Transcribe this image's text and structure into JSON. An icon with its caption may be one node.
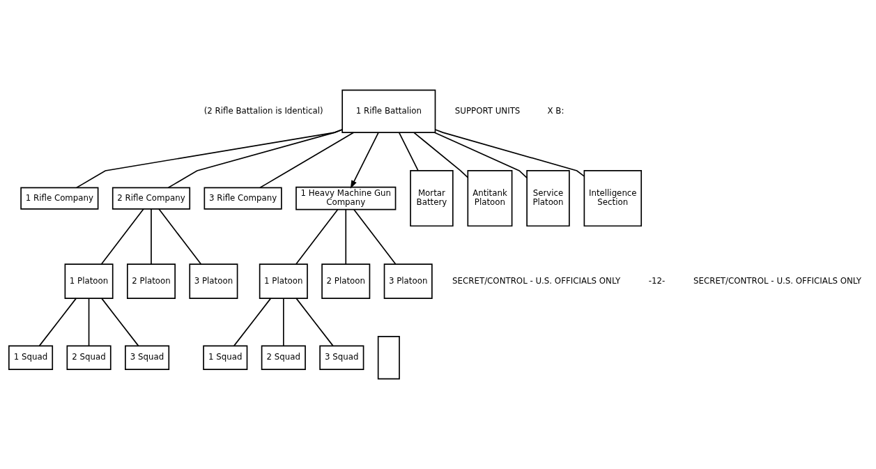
{
  "diagram": {
    "nodes": [
      {
        "text": [
          "1 Rifle Battalion"
        ]
      },
      {
        "text": [
          "Mortar Battery"
        ]
      },
      {
        "text": [
          "Antitank Platoon"
        ]
      },
      {
        "text": [
          "Service Platoon"
        ]
      },
      {
        "text": [
          "Intelligence Section"
        ]
      },
      {
        "text": [
          "1 Rifle Company"
        ]
      },
      {
        "text": [
          "2 Rifle Company"
        ]
      },
      {
        "text": [
          "3 Rifle Company"
        ]
      },
      {
        "text": [
          "1 Heavy Machine Gun Company"
        ]
      },
      {
        "text": [
          "1 Platoon"
        ]
      },
      {
        "text": [
          "2 Platoon"
        ]
      },
      {
        "text": [
          "3 Platoon"
        ]
      },
      {
        "text": [
          "1 Platoon"
        ]
      },
      {
        "text": [
          "2 Platoon"
        ]
      },
      {
        "text": [
          "3 Platoon"
        ]
      },
      {
        "text": [
          "1 Squad"
        ]
      },
      {
        "text": [
          "2 Squad"
        ]
      },
      {
        "text": [
          "3 Squad"
        ]
      },
      {
        "text": [
          "1 Squad"
        ]
      },
      {
        "text": [
          "2 Squad"
        ]
      },
      {
        "text": [
          "3 Squad"
        ]
      },
      {
        "text": [],
        "shape": "box"
      }
    ],
    "edges": [
      {
        "from": 0,
        "to": 1,
        "arrow": "none"
      },
      {
        "from": 0,
        "to": 2,
        "arrow": "none"
      },
      {
        "from": 0,
        "to": 3,
        "arrow": "none"
      },
      {
        "from": 0,
        "to": 4,
        "arrow": "none"
      },
      {
        "from": 0,
        "to": 5,
        "arrow": "none"
      },
      {
        "from": 0,
        "to": 6,
        "arrow": "none"
      },
      {
        "from": 0,
        "to": 7,
        "arrow": "none"
      },
      {
        "from": 0,
        "to": 8,
        "arrow": "to"
      },
      {
        "from": 6,
        "to": 9,
        "arrow": "none"
      },
      {
        "from": 6,
        "to": 10,
        "arrow": "none"
      },
      {
        "from": 6,
        "to": 11,
        "arrow": "none"
      },
      {
        "from": 8,
        "to": 12,
        "arrow": "none"
      },
      {
        "from": 8,
        "to": 13,
        "arrow": "none"
      },
      {
        "from": 8,
        "to": 14,
        "arrow": "none"
      },
      {
        "from": 9,
        "to": 15,
        "arrow": "none"
      },
      {
        "from": 9,
        "to": 16,
        "arrow": "none"
      },
      {
        "from": 9,
        "to": 17,
        "arrow": "none"
      },
      {
        "from": 12,
        "to": 18,
        "arrow": "none"
      },
      {
        "from": 12,
        "to": 19,
        "arrow": "none"
      },
      {
        "from": 12,
        "to": 20,
        "arrow": "none"
      }
    ],
    "labels": [
      "(2 Rifle Battalion is Identical)",
      "SUPPORT UNITS",
      "X B:",
      "SECRET/CONTROL - U.S. OFFICIALS ONLY",
      "-12-",
      "SECRET/CONTROL - U.S. OFFICIALS ONLY"
    ]
  }
}
